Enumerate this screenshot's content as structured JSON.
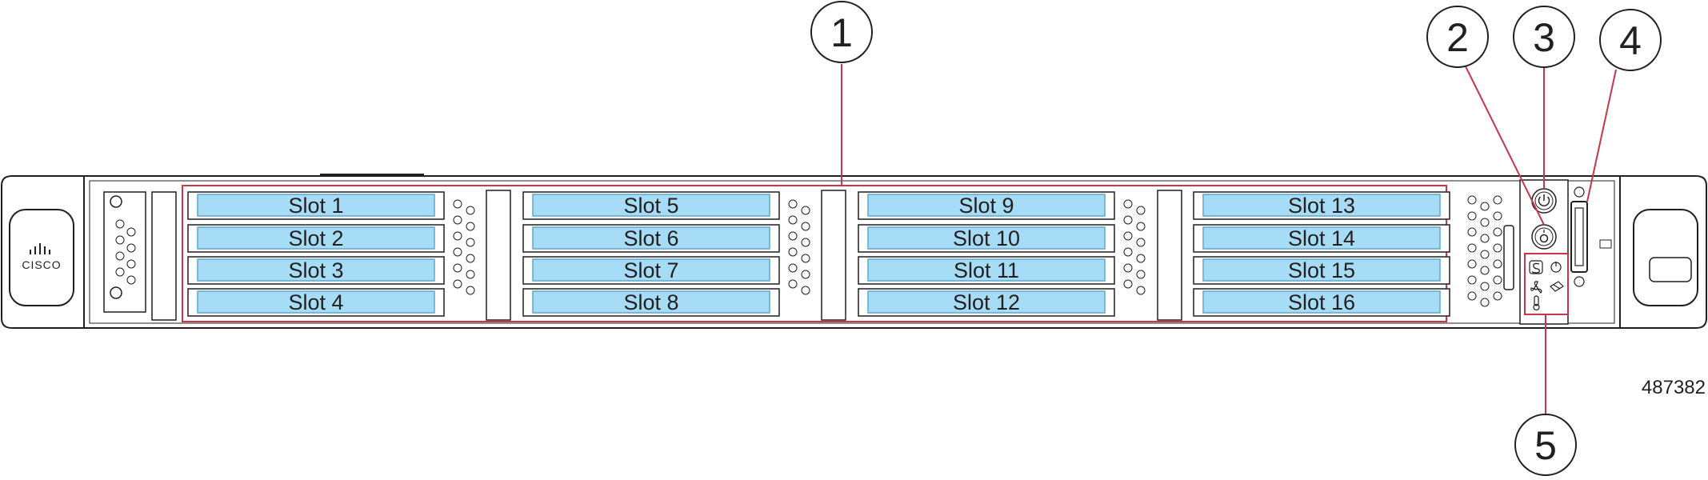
{
  "slots": [
    "Slot 1",
    "Slot 2",
    "Slot 3",
    "Slot 4",
    "Slot 5",
    "Slot 6",
    "Slot 7",
    "Slot 8",
    "Slot 9",
    "Slot 10",
    "Slot 11",
    "Slot 12",
    "Slot 13",
    "Slot 14",
    "Slot 15",
    "Slot 16"
  ],
  "callouts": [
    "1",
    "2",
    "3",
    "4",
    "5"
  ],
  "figure_id": "487382",
  "logo_text": "CISCO",
  "colors": {
    "callout_line": "#c8364a",
    "drive_label": "#a6dcf5",
    "outline": "#231f20"
  },
  "icons": [
    "power-button-icon",
    "unit-id-button-icon",
    "system-status-led-icon",
    "fan-status-led-icon",
    "temperature-status-led-icon",
    "power-supply-status-led-icon",
    "network-link-led-icon",
    "kvm-connector-icon",
    "cisco-logo-icon"
  ]
}
